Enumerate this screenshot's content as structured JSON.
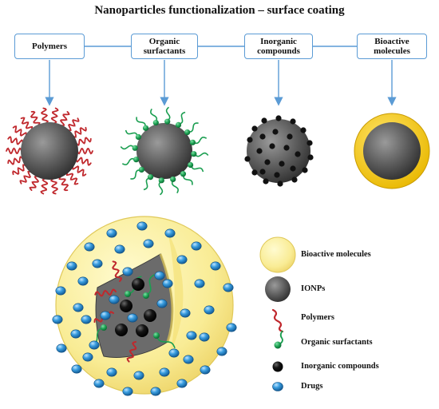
{
  "title": "Nanoparticles functionalization – surface coating",
  "categories": [
    {
      "label": "Polymers"
    },
    {
      "label": "Organic\nsurfactants"
    },
    {
      "label": "Inorganic\ncompounds"
    },
    {
      "label": "Bioactive\nmolecules"
    }
  ],
  "legend": [
    {
      "label": "Bioactive molecules",
      "icon": "yellow-disk"
    },
    {
      "label": "IONPs",
      "icon": "gray-sphere"
    },
    {
      "label": "Polymers",
      "icon": "red-squiggle"
    },
    {
      "label": "Organic surfactants",
      "icon": "green-tailed-dot"
    },
    {
      "label": "Inorganic compounds",
      "icon": "black-dot"
    },
    {
      "label": "Drugs",
      "icon": "blue-dot"
    }
  ],
  "colors": {
    "box_border": "#5b9bd5",
    "arrow": "#5b9bd5",
    "polymer": "#c0282d",
    "surfactant": "#1a9e50",
    "bioactive": "#f7d33b",
    "ionp": "#555555",
    "drug": "#2f8fcf"
  }
}
